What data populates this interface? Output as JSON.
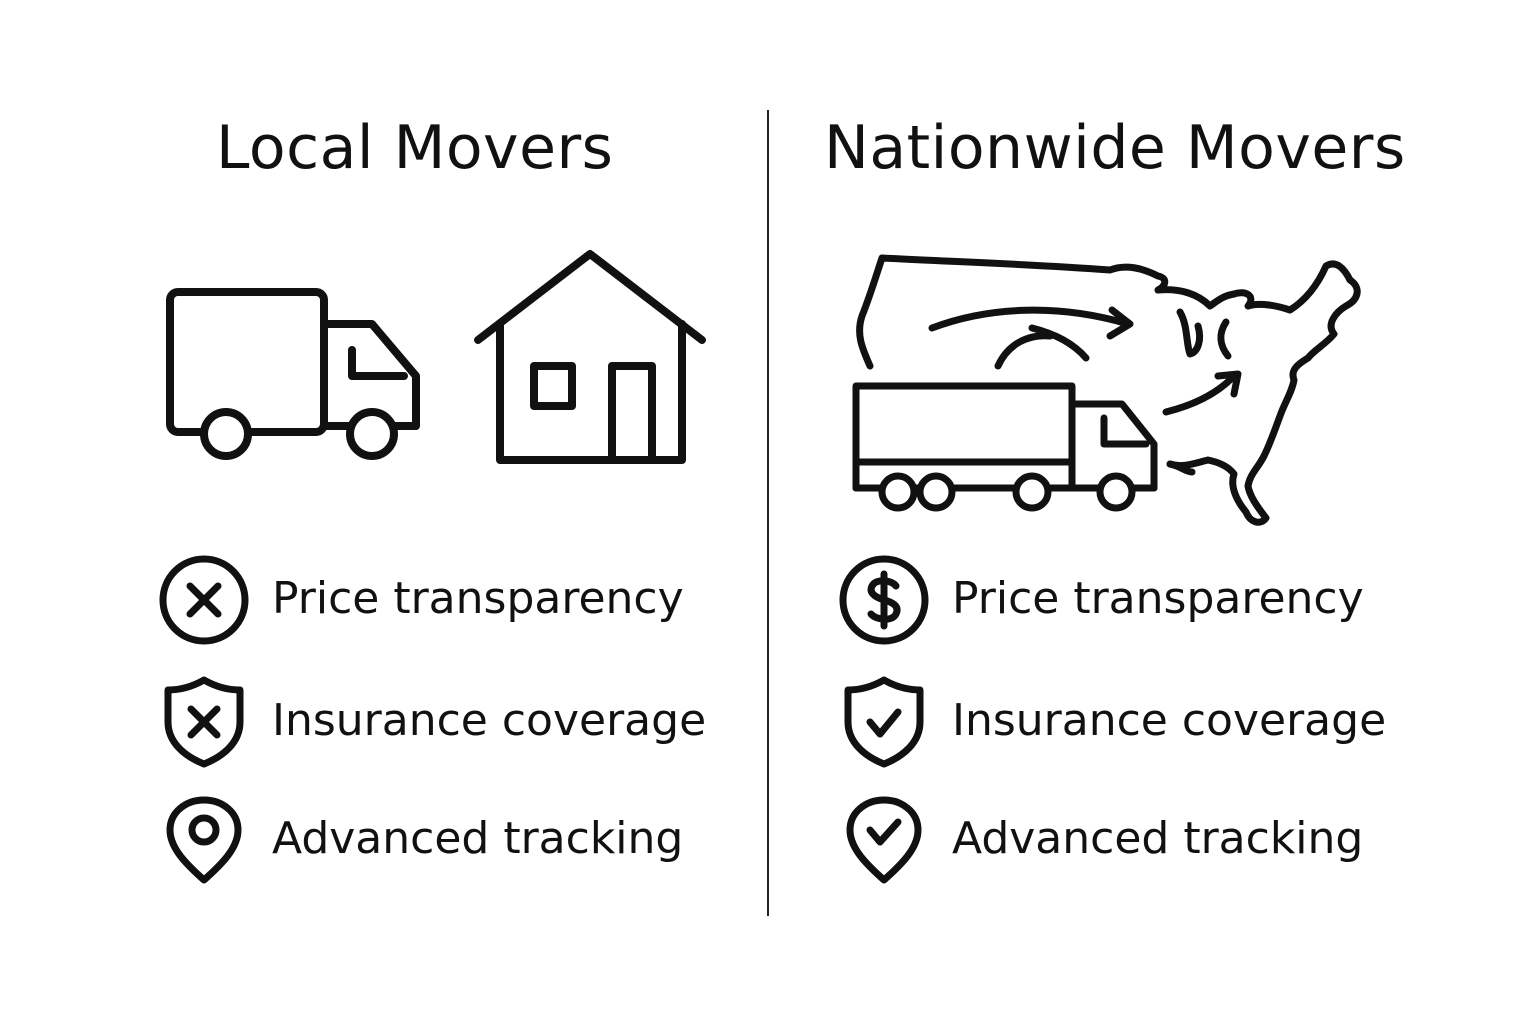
{
  "panels": {
    "local": {
      "title": "Local Movers",
      "features": [
        {
          "label": "Price transparency",
          "icon": "x-circle-icon"
        },
        {
          "label": "Insurance coverage",
          "icon": "shield-x-icon"
        },
        {
          "label": "Advanced tracking",
          "icon": "location-pin-icon"
        }
      ]
    },
    "nationwide": {
      "title": "Nationwide Movers",
      "features": [
        {
          "label": "Price transparency",
          "icon": "dollar-circle-icon"
        },
        {
          "label": "Insurance coverage",
          "icon": "shield-check-icon"
        },
        {
          "label": "Advanced tracking",
          "icon": "location-pin-check-icon"
        }
      ]
    }
  },
  "colors": {
    "ink": "#111111",
    "background": "#ffffff"
  }
}
